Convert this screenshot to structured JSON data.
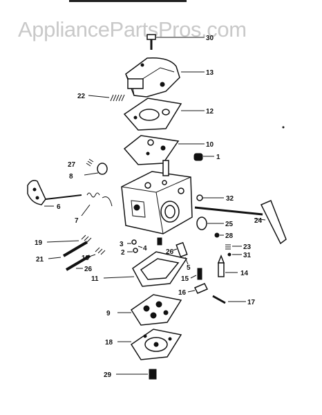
{
  "watermark": "AppliancePartsPros.com",
  "callouts": {
    "c30": "30",
    "c13": "13",
    "c22": "22",
    "c12": "12",
    "c10": "10",
    "c1": "1",
    "c27": "27",
    "c8": "8",
    "c32": "32",
    "c6": "6",
    "c7": "7",
    "c25": "25",
    "c24": "24",
    "c28": "28",
    "c19a": "19",
    "c3": "3",
    "c4": "4",
    "c2": "2",
    "c23": "23",
    "c31": "31",
    "c21": "21",
    "c19b": "19",
    "c26": "26",
    "c26b": "26",
    "c5": "5",
    "c11": "11",
    "c15": "15",
    "c14": "14",
    "c16": "16",
    "c17": "17",
    "c9": "9",
    "c18": "18",
    "c29": "29"
  },
  "colors": {
    "line": "#111111",
    "watermark": "#c9c9c9",
    "background": "#ffffff"
  }
}
